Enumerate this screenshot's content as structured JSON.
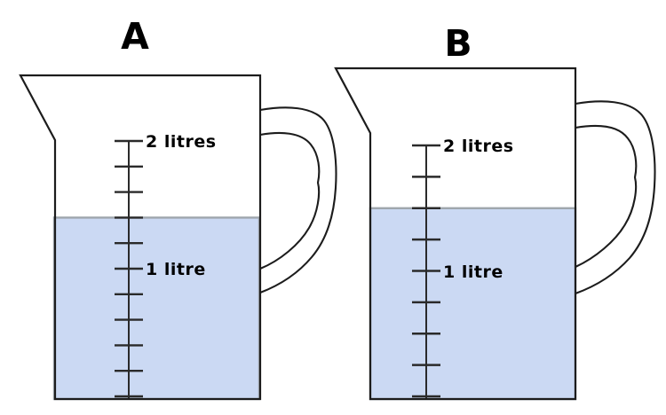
{
  "figure": {
    "description": "Two measuring jugs with litre scales, each partly filled with liquid",
    "jugs": [
      {
        "label": "A",
        "scale_labels": {
          "top": "2 litres",
          "middle": "1 litre"
        },
        "tick_count": 11,
        "tick_interval_litres": 0.2,
        "max_litres": 2,
        "min_litres": 0,
        "fill_litres": 1.4
      },
      {
        "label": "B",
        "scale_labels": {
          "top": "2 litres",
          "middle": "1 litre"
        },
        "tick_count": 9,
        "tick_interval_litres": 0.25,
        "max_litres": 2,
        "min_litres": 0,
        "fill_litres": 1.5
      }
    ],
    "colors": {
      "background": "#ffffff",
      "liquid_fill": "#cbd9f3",
      "liquid_border": "#9fa6ad",
      "outline": "#1c1c1c",
      "scale": "#2a2a2a",
      "text": "#000000"
    }
  }
}
